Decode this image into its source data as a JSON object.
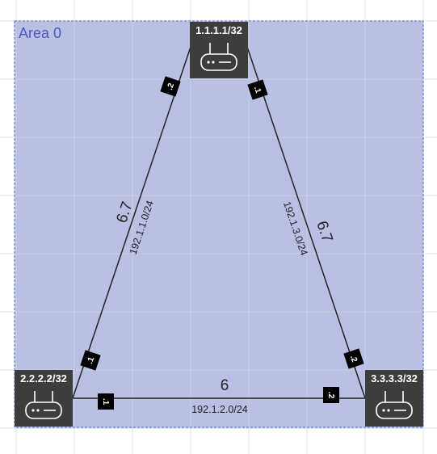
{
  "area": {
    "label": "Area 0"
  },
  "routers": {
    "r1": {
      "label": "1.1.1.1/32",
      "icon": "router-icon"
    },
    "r2": {
      "label": "2.2.2.2/32",
      "icon": "router-icon"
    },
    "r3": {
      "label": "3.3.3.3/32",
      "icon": "router-icon"
    }
  },
  "links": {
    "r1_r2": {
      "cost": "6.7",
      "subnet": "192.1.1.0/24",
      "port_r1": ".2",
      "port_r2": ".1"
    },
    "r1_r3": {
      "cost": "6.7",
      "subnet": "192.1.3.0/24",
      "port_r1": ".1",
      "port_r3": ".2"
    },
    "r2_r3": {
      "cost": "6",
      "subnet": "192.1.2.0/24",
      "port_r2": ".1",
      "port_r3": ".2"
    }
  },
  "colors": {
    "area_fill": "#b9c0e3",
    "area_border": "#6f7bc8",
    "area_label": "#4a5bbd",
    "grid": "#c9cfe4",
    "router_bg": "#3d3d3d",
    "link": "#222222",
    "port_bg": "#000000"
  }
}
